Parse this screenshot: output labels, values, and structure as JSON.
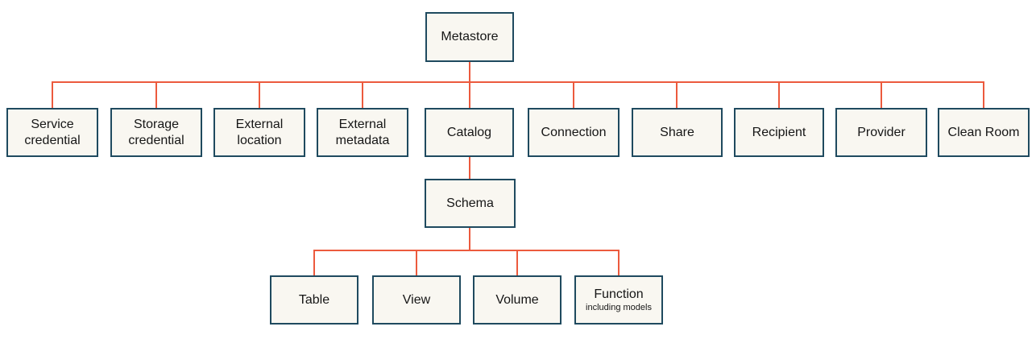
{
  "diagram": {
    "type": "hierarchy-tree",
    "colors": {
      "box_border": "#1f4a5f",
      "box_fill": "#f9f7f1",
      "line": "#ec5a3d",
      "text": "#161616",
      "page_bg": "#ffffff"
    },
    "nodes": {
      "metastore": "Metastore",
      "row2": [
        "Service credential",
        "Storage credential",
        "External location",
        "External metadata",
        "Catalog",
        "Connection",
        "Share",
        "Recipient",
        "Provider",
        "Clean Room"
      ],
      "schema": "Schema",
      "row4": [
        "Table",
        "View",
        "Volume",
        "Function"
      ],
      "function_sublabel": "including models"
    },
    "edges": [
      "Metastore -> Service credential",
      "Metastore -> Storage credential",
      "Metastore -> External location",
      "Metastore -> External metadata",
      "Metastore -> Catalog",
      "Metastore -> Connection",
      "Metastore -> Share",
      "Metastore -> Recipient",
      "Metastore -> Provider",
      "Metastore -> Clean Room",
      "Catalog -> Schema",
      "Schema -> Table",
      "Schema -> View",
      "Schema -> Volume",
      "Schema -> Function"
    ]
  }
}
